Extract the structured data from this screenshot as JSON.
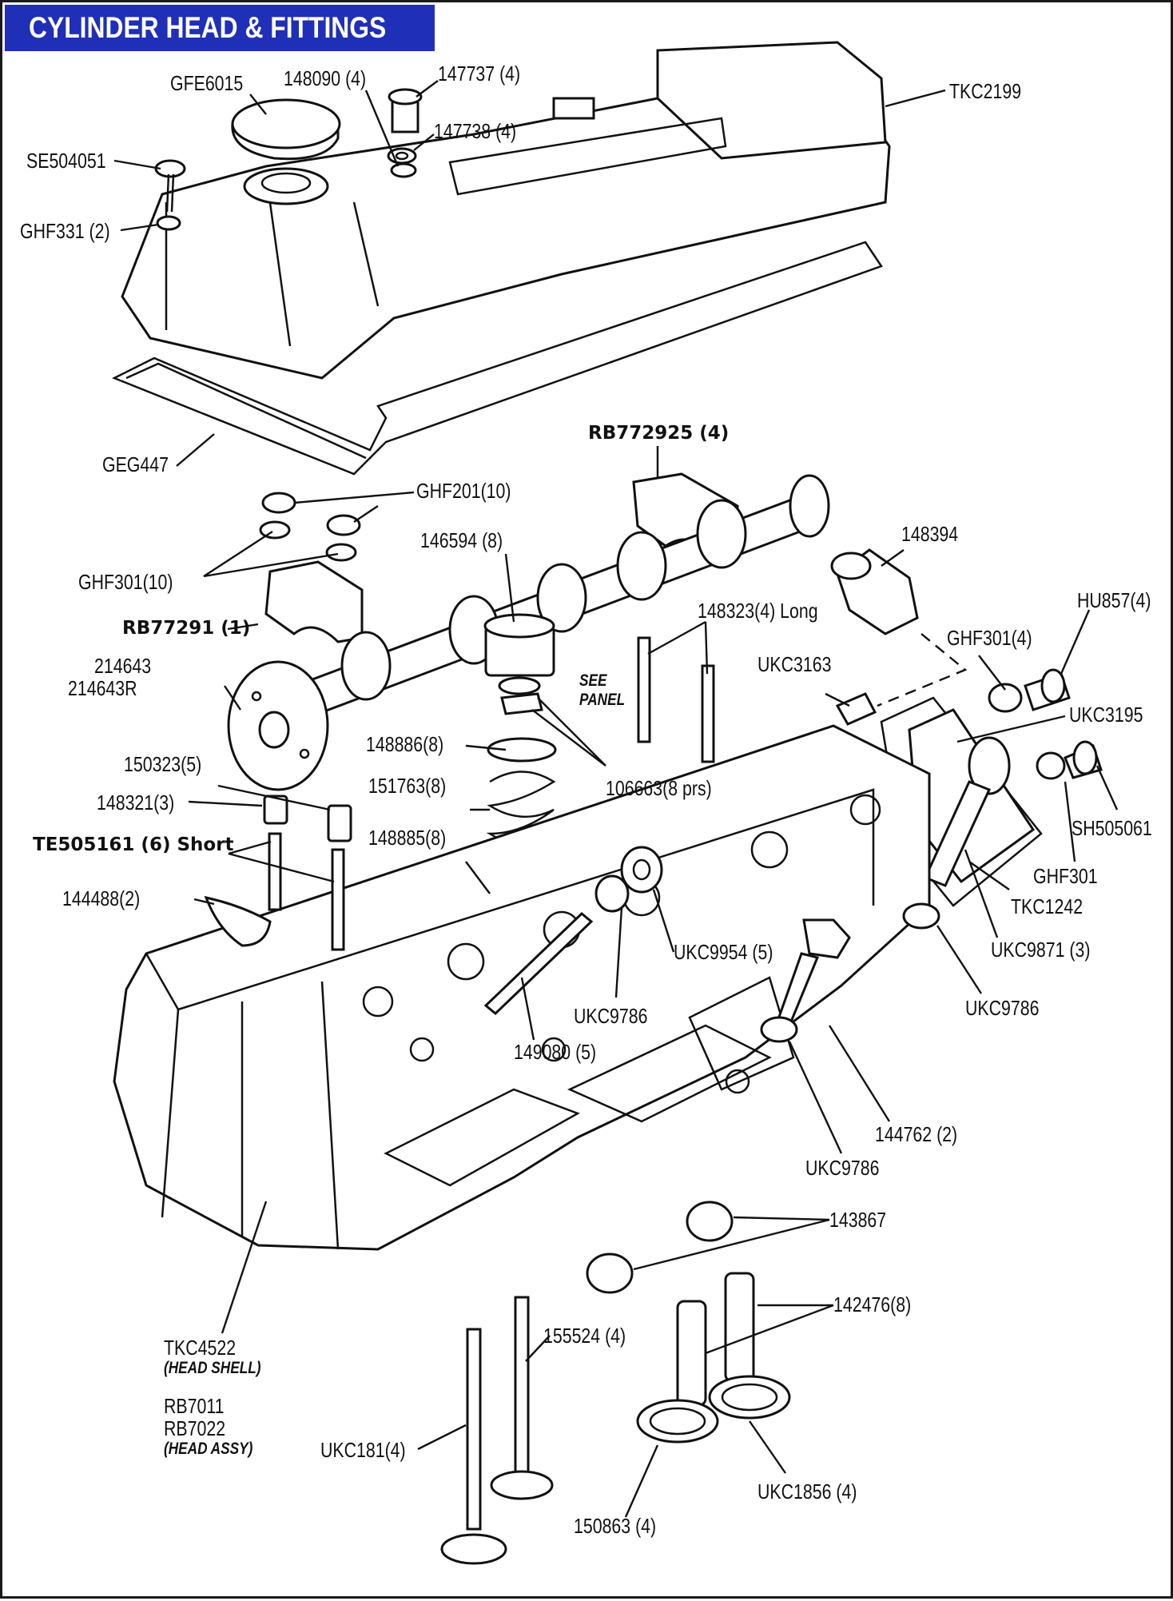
{
  "title": "CYLINDER HEAD & FITTINGS",
  "labels": {
    "GFE6015": "GFE6015",
    "148090": "148090 (4)",
    "147737": "147737 (4)",
    "147738": "147738 (4)",
    "TKC2199": "TKC2199",
    "SE504051": "SE504051",
    "GHF331": "GHF331 (2)",
    "GEG447": "GEG447",
    "RB772925": "RB772925 (4)",
    "GHF201": "GHF201(10)",
    "GHF301_10": "GHF301(10)",
    "146594": "146594 (8)",
    "148394": "148394",
    "RB77291": "RB77291 (1)",
    "148323": "148323(4) Long",
    "HU857": "HU857(4)",
    "214643": "214643",
    "214643R": "214643R",
    "SEE": "SEE",
    "PANEL": "PANEL",
    "UKC3163": "UKC3163",
    "GHF301_4": "GHF301(4)",
    "UKC3195": "UKC3195",
    "148886": "148886(8)",
    "150323": "150323(5)",
    "151763": "151763(8)",
    "106663": "106663(8 prs)",
    "148321": "148321(3)",
    "SH505061": "SH505061",
    "TE505161": "TE505161 (6) Short",
    "148885": "148885(8)",
    "GHF301": "GHF301",
    "TKC1242": "TKC1242",
    "144488": "144488(2)",
    "UKC9954": "UKC9954 (5)",
    "UKC9871": "UKC9871 (3)",
    "UKC9786_a": "UKC9786",
    "UKC9786_b": "UKC9786",
    "UKC9786_c": "UKC9786",
    "149080": "149080 (5)",
    "144762": "144762 (2)",
    "143867": "143867",
    "142476": "142476(8)",
    "TKC4522": "TKC4522",
    "HEAD_SHELL": "(HEAD SHELL)",
    "155524": "155524 (4)",
    "RB7011": "RB7011",
    "RB7022": "RB7022",
    "HEAD_ASSY": "(HEAD ASSY)",
    "UKC181": "UKC181(4)",
    "UKC1856": "UKC1856 (4)",
    "150863": "150863 (4)"
  },
  "colors": {
    "title_bg": "#1f2fb8",
    "title_fg": "#ffffff",
    "line": "#111111"
  }
}
